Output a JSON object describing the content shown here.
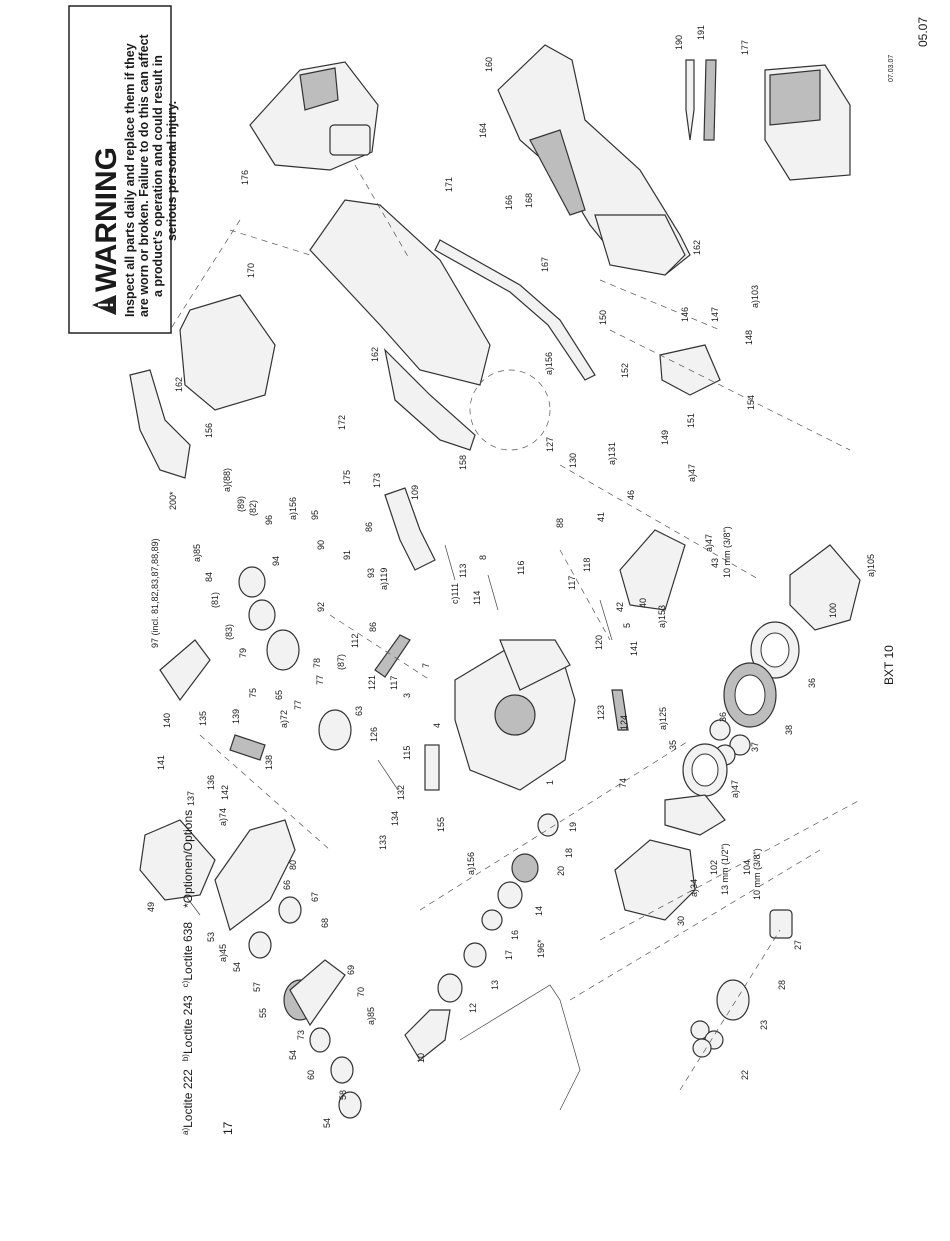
{
  "page": {
    "page_number": "17",
    "date_code": "05.07",
    "drawing_code": "07.03.07",
    "model": "BXT 10",
    "loctite_a": "Loctite 222",
    "loctite_b": "Loctite 243",
    "loctite_c": "Loctite 638",
    "loctite_a_mark": "a)",
    "loctite_b_mark": "b)",
    "loctite_c_mark": "c)",
    "options_note": "*Optionen/Options"
  },
  "warning": {
    "title": "WARNING",
    "line1": "Inspect all parts daily and replace them if they",
    "line2": "are worn or broken. Failure to do this can affect",
    "line3": "a product's operation and could result in",
    "line4": "serious personal injury."
  },
  "callouts": [
    {
      "id": "190",
      "t": "190"
    },
    {
      "id": "191",
      "t": "191"
    },
    {
      "id": "177",
      "t": "177"
    },
    {
      "id": "160",
      "t": "160"
    },
    {
      "id": "176",
      "t": "176"
    },
    {
      "id": "164",
      "t": "164"
    },
    {
      "id": "171",
      "t": "171"
    },
    {
      "id": "166",
      "t": "166"
    },
    {
      "id": "168",
      "t": "168"
    },
    {
      "id": "167",
      "t": "167"
    },
    {
      "id": "162a",
      "t": "162"
    },
    {
      "id": "162b",
      "t": "162"
    },
    {
      "id": "162c",
      "t": "162"
    },
    {
      "id": "170",
      "t": "170"
    },
    {
      "id": "103",
      "t": "a)103"
    },
    {
      "id": "150",
      "t": "150"
    },
    {
      "id": "146",
      "t": "146"
    },
    {
      "id": "147",
      "t": "147"
    },
    {
      "id": "148",
      "t": "148"
    },
    {
      "id": "156a",
      "t": "a)156"
    },
    {
      "id": "156b",
      "t": "156"
    },
    {
      "id": "156c",
      "t": "a)156"
    },
    {
      "id": "156d",
      "t": "a)156"
    },
    {
      "id": "152",
      "t": "152"
    },
    {
      "id": "154",
      "t": "154"
    },
    {
      "id": "151",
      "t": "151"
    },
    {
      "id": "149",
      "t": "149"
    },
    {
      "id": "127",
      "t": "127"
    },
    {
      "id": "172",
      "t": "172"
    },
    {
      "id": "158",
      "t": "158"
    },
    {
      "id": "175",
      "t": "175"
    },
    {
      "id": "173",
      "t": "173"
    },
    {
      "id": "200",
      "t": "200*"
    },
    {
      "id": "109",
      "t": "109"
    },
    {
      "id": "130",
      "t": "130"
    },
    {
      "id": "131",
      "t": "a)131"
    },
    {
      "id": "47a",
      "t": "a)47"
    },
    {
      "id": "47b",
      "t": "a)47"
    },
    {
      "id": "47c",
      "t": "a)47"
    },
    {
      "id": "43",
      "t": "43"
    },
    {
      "id": "43s",
      "t": "10 mm (3/8\")"
    },
    {
      "id": "88l",
      "t": "a)(88)"
    },
    {
      "id": "89",
      "t": "(89)"
    },
    {
      "id": "82",
      "t": "(82)"
    },
    {
      "id": "97",
      "t": "97 (incl. 81,82,83,87,88,89)"
    },
    {
      "id": "85a",
      "t": "a)85"
    },
    {
      "id": "84",
      "t": "84"
    },
    {
      "id": "96",
      "t": "96"
    },
    {
      "id": "95",
      "t": "95"
    },
    {
      "id": "86a",
      "t": "86"
    },
    {
      "id": "90",
      "t": "90"
    },
    {
      "id": "91",
      "t": "91"
    },
    {
      "id": "94",
      "t": "94"
    },
    {
      "id": "93",
      "t": "93"
    },
    {
      "id": "119",
      "t": "a)119"
    },
    {
      "id": "81",
      "t": "(81)"
    },
    {
      "id": "83",
      "t": "(83)"
    },
    {
      "id": "79",
      "t": "79"
    },
    {
      "id": "75",
      "t": "75"
    },
    {
      "id": "92",
      "t": "92"
    },
    {
      "id": "86b",
      "t": "86"
    },
    {
      "id": "112",
      "t": "112"
    },
    {
      "id": "87",
      "t": "(87)"
    },
    {
      "id": "78",
      "t": "78"
    },
    {
      "id": "77a",
      "t": "77"
    },
    {
      "id": "77b",
      "t": "77"
    },
    {
      "id": "65",
      "t": "65"
    },
    {
      "id": "72",
      "t": "a)72"
    },
    {
      "id": "63",
      "t": "63"
    },
    {
      "id": "8",
      "t": "8"
    },
    {
      "id": "113",
      "t": "113"
    },
    {
      "id": "116",
      "t": "116"
    },
    {
      "id": "111",
      "t": "c)111"
    },
    {
      "id": "114",
      "t": "114"
    },
    {
      "id": "88r",
      "t": "88"
    },
    {
      "id": "41",
      "t": "41"
    },
    {
      "id": "46",
      "t": "46"
    },
    {
      "id": "117a",
      "t": "117"
    },
    {
      "id": "118",
      "t": "118"
    },
    {
      "id": "40",
      "t": "40"
    },
    {
      "id": "42",
      "t": "42"
    },
    {
      "id": "5",
      "t": "5"
    },
    {
      "id": "153",
      "t": "a)153"
    },
    {
      "id": "141a",
      "t": "141"
    },
    {
      "id": "120",
      "t": "120"
    },
    {
      "id": "7",
      "t": "7"
    },
    {
      "id": "121",
      "t": "121"
    },
    {
      "id": "117b",
      "t": "117"
    },
    {
      "id": "3",
      "t": "3"
    },
    {
      "id": "100",
      "t": "100"
    },
    {
      "id": "105",
      "t": "a)105"
    },
    {
      "id": "36a",
      "t": "36"
    },
    {
      "id": "36b",
      "t": "36"
    },
    {
      "id": "38",
      "t": "38"
    },
    {
      "id": "37",
      "t": "37"
    },
    {
      "id": "123",
      "t": "123"
    },
    {
      "id": "124",
      "t": "124"
    },
    {
      "id": "125",
      "t": "a)125"
    },
    {
      "id": "126",
      "t": "126"
    },
    {
      "id": "115",
      "t": "115"
    },
    {
      "id": "4",
      "t": "4"
    },
    {
      "id": "1",
      "t": "1"
    },
    {
      "id": "74a",
      "t": "74"
    },
    {
      "id": "35",
      "t": "35"
    },
    {
      "id": "140",
      "t": "140"
    },
    {
      "id": "135",
      "t": "135"
    },
    {
      "id": "139",
      "t": "139"
    },
    {
      "id": "141b",
      "t": "141"
    },
    {
      "id": "136",
      "t": "136"
    },
    {
      "id": "137",
      "t": "137"
    },
    {
      "id": "142",
      "t": "142"
    },
    {
      "id": "138",
      "t": "138"
    },
    {
      "id": "132",
      "t": "132"
    },
    {
      "id": "134",
      "t": "134"
    },
    {
      "id": "133",
      "t": "133"
    },
    {
      "id": "155",
      "t": "155"
    },
    {
      "id": "19",
      "t": "19"
    },
    {
      "id": "18",
      "t": "18"
    },
    {
      "id": "20",
      "t": "20"
    },
    {
      "id": "74b",
      "t": "a)74"
    },
    {
      "id": "49",
      "t": "49"
    },
    {
      "id": "53",
      "t": "53"
    },
    {
      "id": "45",
      "t": "a)45"
    },
    {
      "id": "80",
      "t": "80"
    },
    {
      "id": "66",
      "t": "66"
    },
    {
      "id": "67",
      "t": "67"
    },
    {
      "id": "68",
      "t": "68"
    },
    {
      "id": "54a",
      "t": "54"
    },
    {
      "id": "57",
      "t": "57"
    },
    {
      "id": "55",
      "t": "55"
    },
    {
      "id": "73",
      "t": "73"
    },
    {
      "id": "69",
      "t": "69"
    },
    {
      "id": "70",
      "t": "70"
    },
    {
      "id": "85b",
      "t": "a)85"
    },
    {
      "id": "54b",
      "t": "54"
    },
    {
      "id": "60",
      "t": "60"
    },
    {
      "id": "58",
      "t": "58"
    },
    {
      "id": "54c",
      "t": "54"
    },
    {
      "id": "10",
      "t": "10"
    },
    {
      "id": "12",
      "t": "12"
    },
    {
      "id": "13",
      "t": "13"
    },
    {
      "id": "17",
      "t": "17"
    },
    {
      "id": "16",
      "t": "16"
    },
    {
      "id": "14",
      "t": "14"
    },
    {
      "id": "196",
      "t": "196*"
    },
    {
      "id": "30",
      "t": "30"
    },
    {
      "id": "34",
      "t": "a)34"
    },
    {
      "id": "102",
      "t": "102"
    },
    {
      "id": "102s",
      "t": "13 mm (1/2\")"
    },
    {
      "id": "104",
      "t": "104"
    },
    {
      "id": "104s",
      "t": "10 mm (3/8\")"
    },
    {
      "id": "27",
      "t": "27"
    },
    {
      "id": "28",
      "t": "28"
    },
    {
      "id": "23",
      "t": "23"
    },
    {
      "id": "22",
      "t": "22"
    }
  ]
}
